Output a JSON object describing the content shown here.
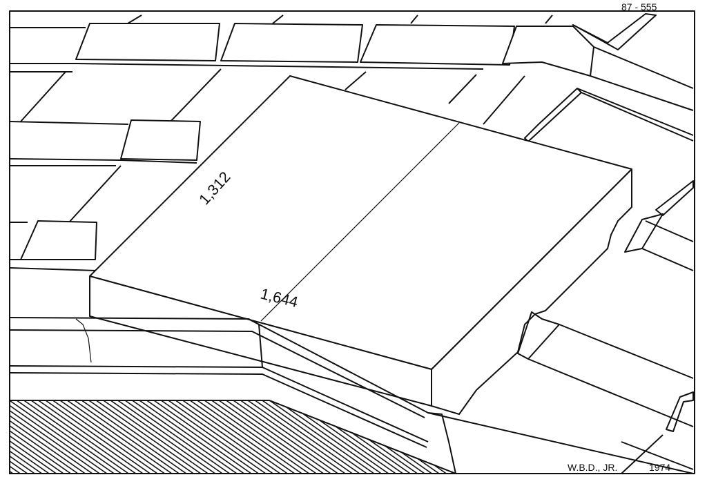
{
  "drawing_number": "87 - 555",
  "dimension_labels": [
    "1,312",
    "1,644"
  ],
  "signature": "W.B.D., JR.",
  "year": "1974",
  "colors": {
    "ink": "#111111",
    "paper": "#ffffff"
  }
}
